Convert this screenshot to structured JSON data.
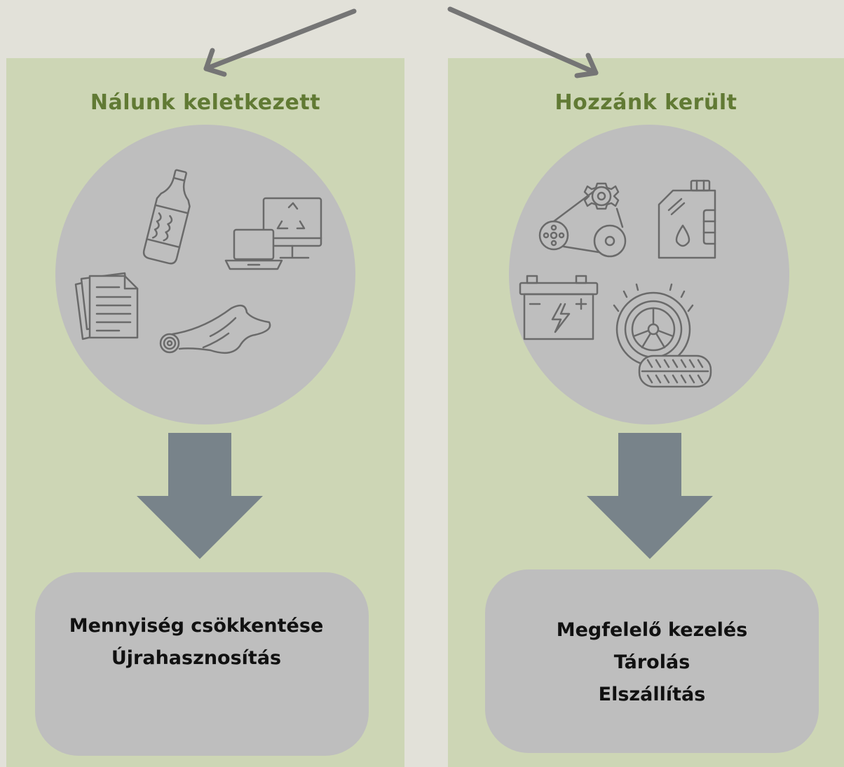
{
  "left": {
    "title": "Nálunk keletkezett",
    "box_lines": [
      "Mennyiség csökkentése",
      "Újrahasznosítás"
    ],
    "icons": [
      "bottle-icon",
      "computer-recycle-icon",
      "documents-icon",
      "cloth-icon"
    ]
  },
  "right": {
    "title": "Hozzánk került",
    "box_lines": [
      "Megfelelő kezelés",
      "Tárolás",
      "Elszállítás"
    ],
    "icons": [
      "belt-gear-icon",
      "oil-canister-icon",
      "battery-icon",
      "tires-icon"
    ]
  },
  "colors": {
    "background": "#e2e1d9",
    "panel": "#cdd6b5",
    "title": "#617a34",
    "circle": "#bebebe",
    "arrow": "#78838a",
    "connector": "#757575"
  }
}
